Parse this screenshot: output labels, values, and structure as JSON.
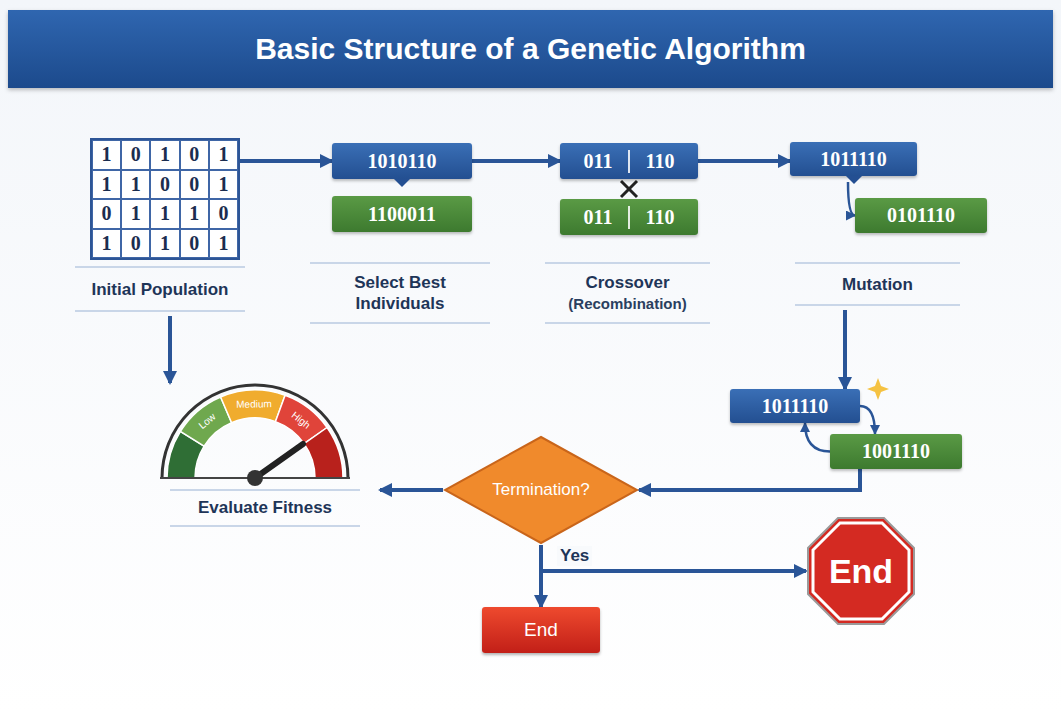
{
  "diagram": {
    "title": "Basic Structure of a Genetic Algorithm",
    "nodes": [
      {
        "text": [
          "1",
          "0",
          "1",
          "0",
          "1",
          "1",
          "1",
          "0",
          "0",
          "1",
          "0",
          "1",
          "1",
          "1",
          "0",
          "1",
          "0",
          "1",
          "0",
          "1"
        ]
      },
      {
        "text": [
          "Initial Population"
        ]
      },
      {
        "text": [
          "1010110"
        ]
      },
      {
        "text": [
          "1100011"
        ]
      },
      {
        "text": [
          "Select Best Individuals"
        ]
      },
      {
        "text": [
          "011",
          "110"
        ]
      },
      {
        "text": [
          "011",
          "110"
        ]
      },
      {
        "text": [
          "Crossover",
          "(Recombination)"
        ]
      },
      {
        "text": [
          "1011110"
        ]
      },
      {
        "text": [
          "0101110"
        ]
      },
      {
        "text": [
          "Mutation"
        ]
      },
      {
        "text": [
          "1011110"
        ]
      },
      {
        "text": [
          "1001110"
        ]
      },
      {
        "text": [
          "Low",
          "Medium",
          "High",
          "Evaluate Fitness"
        ]
      },
      {
        "text": [
          "Termination?"
        ]
      },
      {
        "text": [
          "End"
        ]
      },
      {
        "text": [
          "End"
        ]
      }
    ],
    "edges": [
      {
        "from": 0,
        "to": 2,
        "arrow": "to"
      },
      {
        "from": 2,
        "to": 5,
        "arrow": "to"
      },
      {
        "from": 5,
        "to": 8,
        "arrow": "to"
      },
      {
        "from": 8,
        "to": 9,
        "arrow": "to"
      },
      {
        "from": 10,
        "to": 11,
        "arrow": "to"
      },
      {
        "from": 11,
        "to": 12,
        "arrow": "to"
      },
      {
        "from": 12,
        "to": 11,
        "arrow": "to"
      },
      {
        "from": 12,
        "to": 14,
        "arrow": "to"
      },
      {
        "from": 14,
        "to": 13,
        "arrow": "to"
      },
      {
        "from": 1,
        "to": 13,
        "arrow": "to"
      },
      {
        "from": 14,
        "to": 15,
        "label": "Yes",
        "arrow": "to"
      },
      {
        "from": 14,
        "to": 16,
        "arrow": "to"
      }
    ]
  }
}
